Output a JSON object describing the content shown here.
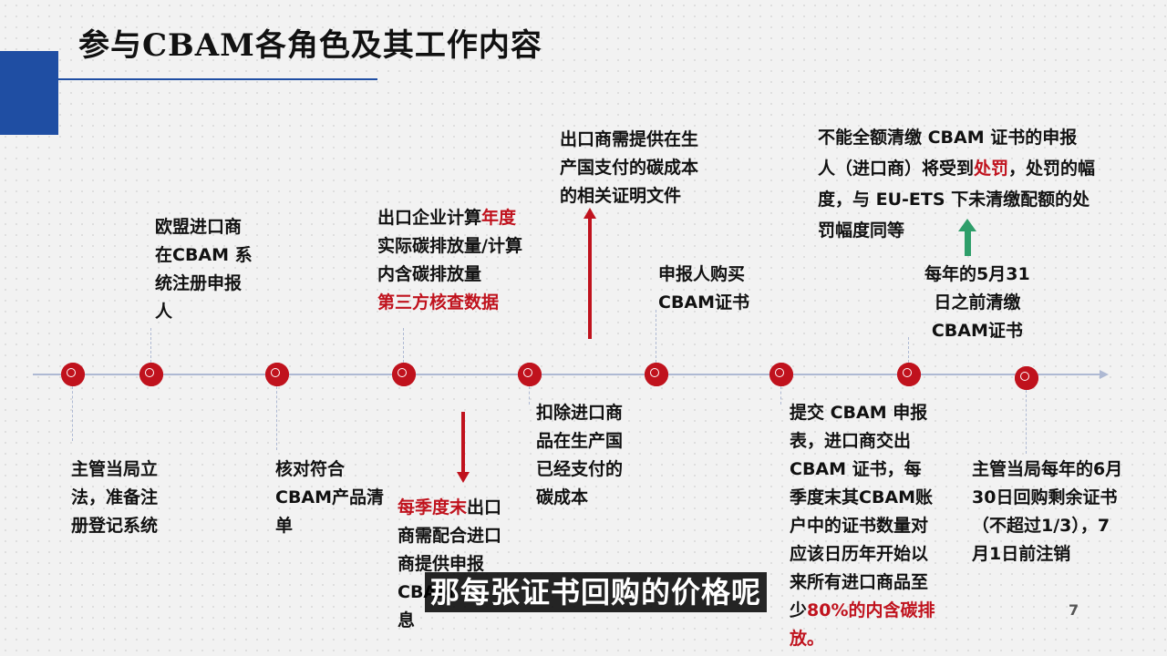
{
  "title": "参与CBAM各角色及其工作内容",
  "page_number": "7",
  "subtitle": "那每张证书回购的价格呢",
  "colors": {
    "accent_blue": "#1f4ea3",
    "highlight_red": "#c0121d",
    "arrow_green": "#2e9e6a"
  },
  "above": {
    "eu_register": "欧盟进口商\n在CBAM 系\n统注册申报\n人",
    "annual_calc_pre": "出口企业计算",
    "annual_calc_red": "年度",
    "annual_calc_mid": "\n实际碳排放量/计算\n内含碳排放量\n",
    "annual_calc_red2": "第三方核查数据",
    "exporter_proof": "出口商需提供在生\n产国支付的碳成本\n的相关证明文件",
    "buy_cert": "申报人购买\nCBAM证书",
    "penalty_pre": "不能全额清缴 CBAM 证书的申报\n人（进口商）将受到",
    "penalty_red": "处罚",
    "penalty_post": "，处罚的幅\n度，与 EU-ETS 下未清缴配额的处\n罚幅度同等",
    "may31": "每年的5月31\n日之前清缴\nCBAM证书"
  },
  "below": {
    "authority_legislate": "主管当局立\n法，准备注\n册登记系统",
    "verify_products": "核对符合\nCBAM产品清\n单",
    "quarter_red": "每季度末",
    "quarter_post": "出口\n商需配合进口\n商提供申报\nCBAM\n息",
    "deduct_cost": "扣除进口商\n品在生产国\n已经支付的\n碳成本",
    "submit_pre": "提交 CBAM 申报\n表，进口商交出\nCBAM 证书，每\n季度末其CBAM账\n户中的证书数量对\n应该日历年开始以\n来所有进口商品至\n少",
    "submit_red": "80%的内含碳排\n放。",
    "june30": "主管当局每年的6月\n30日回购剩余证书\n（不超过1/3），7\n月1日前注销"
  }
}
